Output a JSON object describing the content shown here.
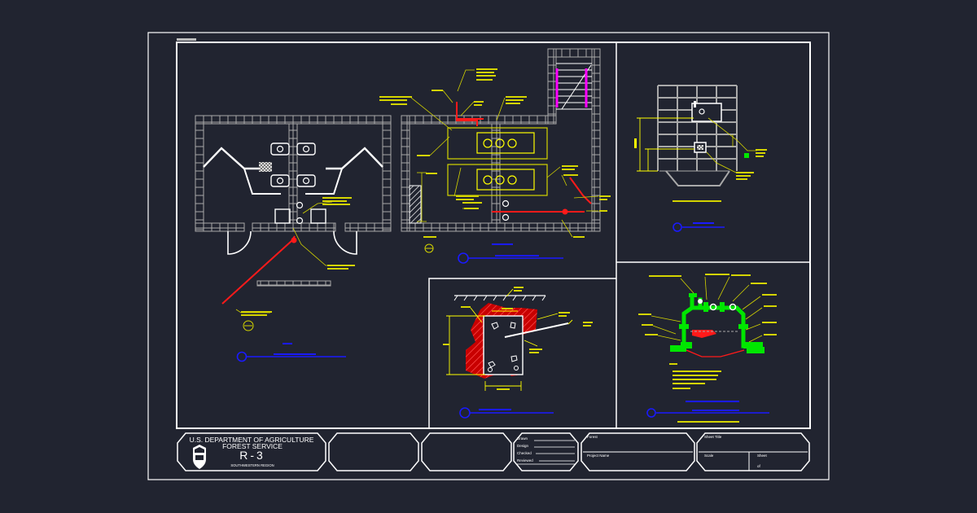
{
  "title_block": {
    "agency_line1": "U.S. DEPARTMENT OF AGRICULTURE",
    "agency_line2": "FOREST SERVICE",
    "region_code": "R-3",
    "region_name": "SOUTHWESTERN REGION",
    "drawn_label": "Drawn",
    "design_label": "Design",
    "checked_label": "Checked",
    "reviewed_label": "Reviewed",
    "forest_label": "Forest",
    "project_label": "Project Name",
    "sheet_title_label": "Sheet Title",
    "scale_label": "Scale",
    "sheet_label": "Sheet",
    "sheet_of": "of"
  },
  "colors": {
    "background": "#212430",
    "linework": "#ffffff",
    "grid": "#a9a9a9",
    "annotation": "#ffff00",
    "callout_line": "#d4d400",
    "pipe_red": "#ff1a1a",
    "title_blue": "#1a1aff",
    "riser_magenta": "#ff00ff",
    "pipe_green": "#00e600"
  }
}
